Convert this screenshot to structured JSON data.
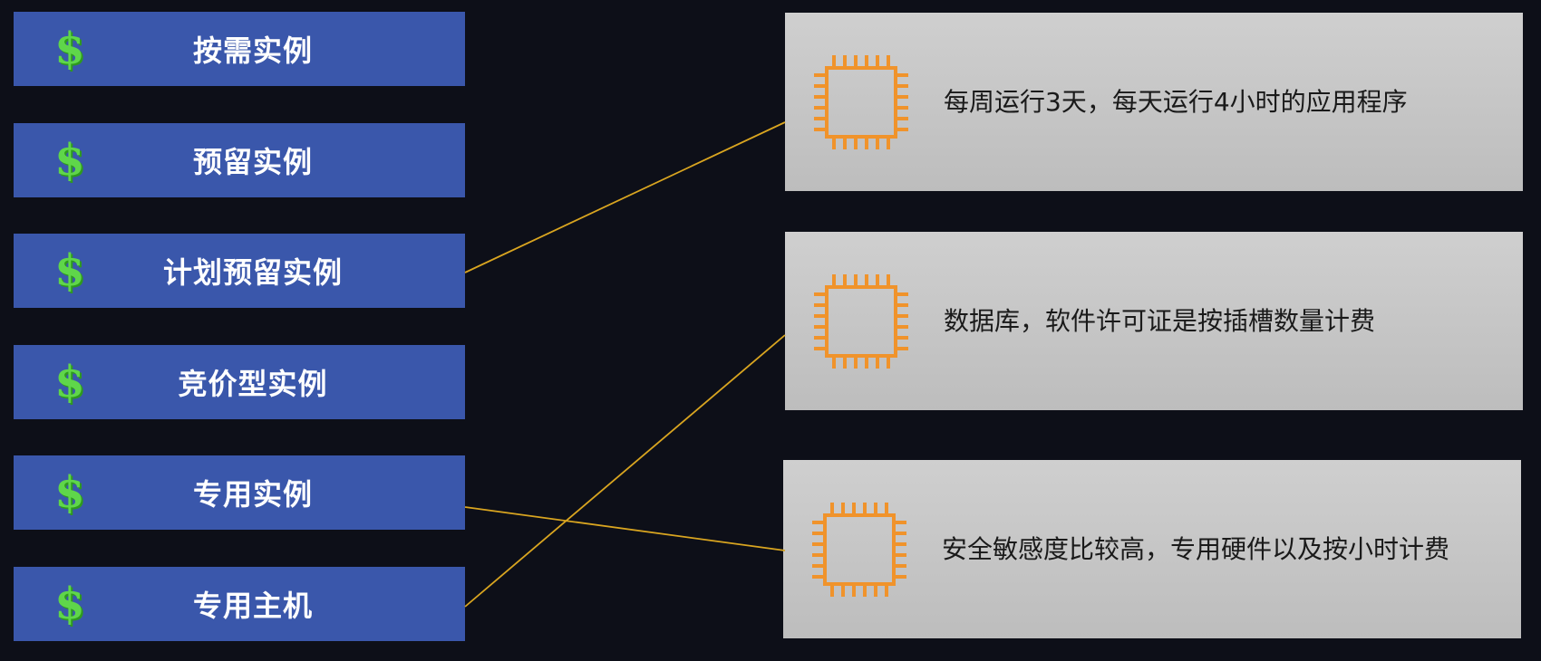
{
  "colors": {
    "background": "#0d0f18",
    "left_box": "#3a57ab",
    "dollar_green": "#3fbf2a",
    "chip_orange": "#f0932b",
    "connector": "#d9a520"
  },
  "left_items": [
    {
      "label": "按需实例",
      "icon": "dollar-icon"
    },
    {
      "label": "预留实例",
      "icon": "dollar-icon"
    },
    {
      "label": "计划预留实例",
      "icon": "dollar-icon"
    },
    {
      "label": "竞价型实例",
      "icon": "dollar-icon"
    },
    {
      "label": "专用实例",
      "icon": "dollar-icon"
    },
    {
      "label": "专用主机",
      "icon": "dollar-icon"
    }
  ],
  "right_items": [
    {
      "text": "每周运行3天，每天运行4小时的应用程序",
      "icon": "chip-icon"
    },
    {
      "text": "数据库，软件许可证是按插槽数量计费",
      "icon": "chip-icon"
    },
    {
      "text": "安全敏感度比较高，专用硬件以及按小时计费",
      "icon": "chip-icon"
    }
  ],
  "connections": [
    {
      "from": "计划预留实例",
      "to": "每周运行3天，每天运行4小时的应用程序"
    },
    {
      "from": "专用主机",
      "to": "数据库，软件许可证是按插槽数量计费"
    },
    {
      "from": "专用实例",
      "to": "安全敏感度比较高，专用硬件以及按小时计费"
    }
  ]
}
